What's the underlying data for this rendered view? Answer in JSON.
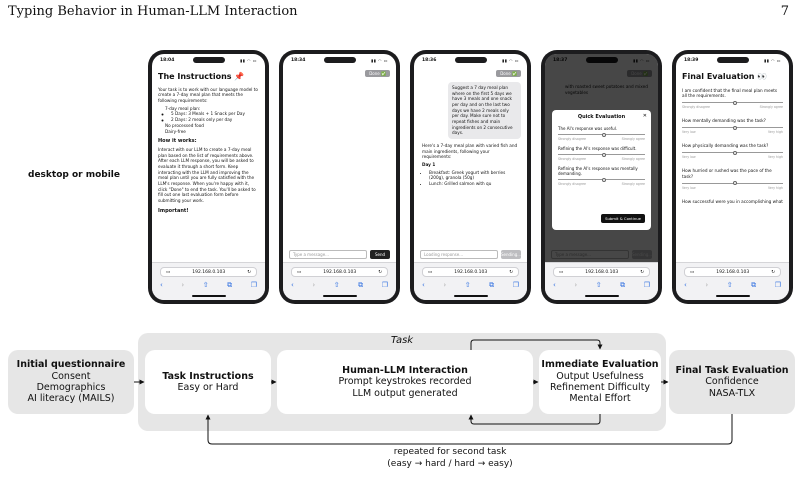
{
  "header": {
    "title": "Typing Behavior in Human-LLM Interaction",
    "page_number": "7"
  },
  "side_label": "desktop or mobile",
  "browser": {
    "url": "192.168.0.103",
    "reload_icon": "reload-icon",
    "nav_icons": [
      "chevron-left-icon",
      "chevron-right-icon",
      "share-icon",
      "book-icon",
      "tabs-icon"
    ]
  },
  "phones": [
    {
      "time": "18:04",
      "title": "The Instructions 📌",
      "intro": "Your task is to work with our language model to create a 7-day meal plan that meets the following requirements:",
      "req_1": "7-day meal plan:",
      "req_1a": "5 Days: 3 Meals + 1 Snack per Day",
      "req_1b": "2 Days: 2 meals only per day",
      "req_2": "No processed food",
      "req_3": "Dairy-free",
      "how_title": "How it works:",
      "how_text": "Interact with our LLM to create a 7-day meal plan based on the list of requirements above. After each LLM response, you will be asked to evaluate it through a short form. Keep interacting with the LLM and improving the meal plan until you are fully satisfied with the LLM's response. When you're happy with it, click \"Done\" to end the task. You'll be asked to fill out one last evaluation form before submitting your work.",
      "important": "Important!"
    },
    {
      "time": "18:34",
      "done_label": "Done ✅",
      "input_placeholder": "Type a message...",
      "send_label": "Send"
    },
    {
      "time": "18:36",
      "done_label": "Done ✅",
      "user_msg": "Suggest a 7 day meal plan where on the first 5 days we have 3 meals and one snack per day and on the last two days we have 2 meals only per day. Make sure not to repeat fishes and main ingredients on 2 consecutive days.",
      "bot_intro": "Here's a 7-day meal plan with varied fish and main ingredients, following your requirements:",
      "day": "Day 1",
      "meal_1": "Breakfast: Greek yogurt with berries (200g), granola (50g)",
      "meal_2": "Lunch: Grilled salmon with qu",
      "input_placeholder": "Loading response...",
      "send_label": "Sending..."
    },
    {
      "time": "18:37",
      "done_label": "Done ✅",
      "bg_text": "with roasted sweet potatoes and mixed vegetables",
      "bg_bottom": "Type a message...",
      "bg_send": "Sending...",
      "modal_title": "Quick Evaluation",
      "close_icon": "close-icon",
      "q1": "The AI's response was useful.",
      "q2": "Refining the AI's response was difficult.",
      "q3": "Refining the AI's response was mentally demanding.",
      "low": "Strongly disagree",
      "high": "Strongly agree",
      "submit_label": "Submit & Continue"
    },
    {
      "time": "18:39",
      "title": "Final Evaluation 👀",
      "q1": "I am confident that the final meal plan meets all the requirements.",
      "q1_low": "Strongly disagree",
      "q1_high": "Strongly agree",
      "q2": "How mentally demanding was the task?",
      "q3": "How physically demanding was the task?",
      "q4": "How hurried or rushed was the pace of the task?",
      "q5": "How successful were you in accomplishing what",
      "low": "Very low",
      "high": "Very high"
    }
  ],
  "flow": {
    "task_label": "Task",
    "initial": {
      "title": "Initial questionnaire",
      "lines": [
        "Consent",
        "Demographics",
        "AI literacy (MAILS)"
      ]
    },
    "instructions": {
      "title": "Task Instructions",
      "lines": [
        "Easy or Hard"
      ]
    },
    "interaction": {
      "title": "Human-LLM Interaction",
      "lines": [
        "Prompt keystrokes recorded",
        "LLM output generated"
      ]
    },
    "immediate": {
      "title": "Immediate Evaluation",
      "lines": [
        "Output Usefulness",
        "Refinement Difficulty",
        "Mental Effort"
      ]
    },
    "final": {
      "title": "Final Task Evaluation",
      "lines": [
        "Confidence",
        "NASA-TLX"
      ]
    },
    "repeat_line1": "repeated for second task",
    "repeat_line2": "(easy → hard / hard → easy)"
  }
}
